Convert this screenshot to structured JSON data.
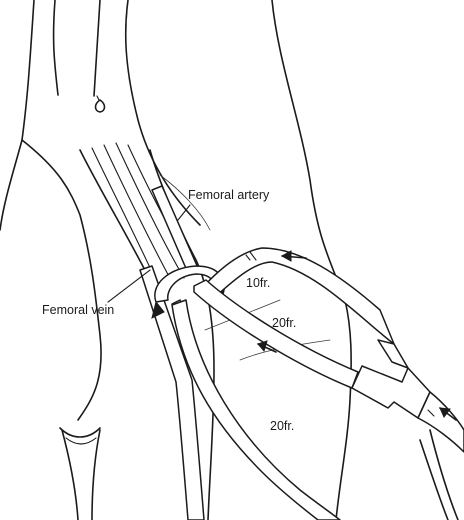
{
  "labels": {
    "femoral_artery": "Femoral artery",
    "femoral_vein": "Femoral vein",
    "cannula_10fr": "10fr.",
    "cannula_20fr_top": "20fr.",
    "cannula_20fr_bottom": "20fr."
  },
  "colors": {
    "line": "#1b1b1b",
    "background": "#ffffff"
  }
}
